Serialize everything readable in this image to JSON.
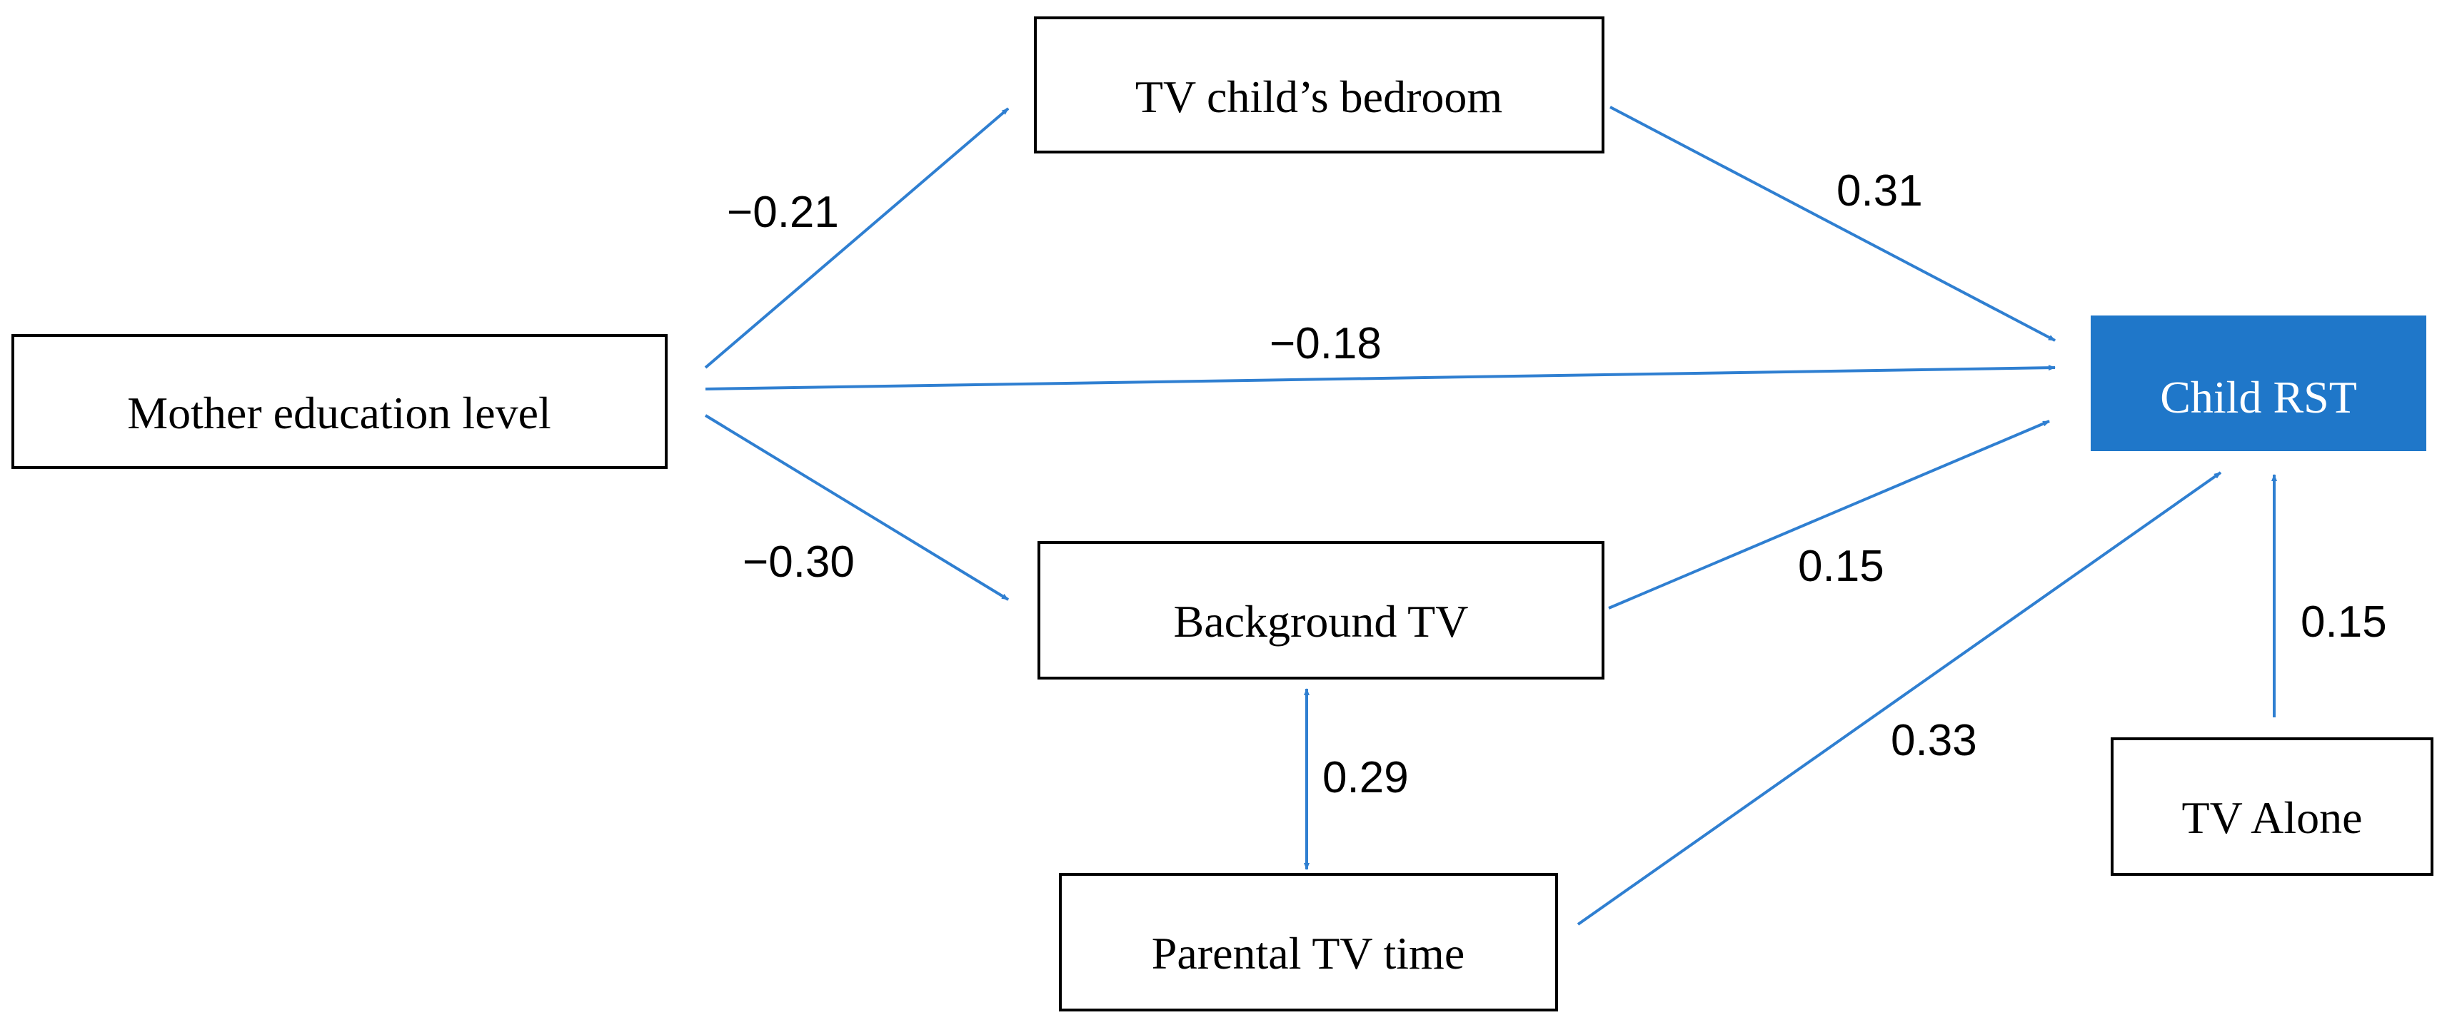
{
  "colors": {
    "accent": "#1f77c9",
    "arrow": "#2f7fd1",
    "box_border": "#000000",
    "text": "#000000",
    "accent_text": "#ffffff"
  },
  "nodes": {
    "mother_education": {
      "label": "Mother education level"
    },
    "tv_bedroom": {
      "label": "TV child’s bedroom"
    },
    "background_tv": {
      "label": "Background TV"
    },
    "parental_tv": {
      "label": "Parental TV time"
    },
    "child_rst": {
      "label": "Child RST"
    },
    "tv_alone": {
      "label": "TV Alone"
    }
  },
  "edges": {
    "mother_to_bedroom": {
      "from": "Mother education level",
      "to": "TV child’s bedroom",
      "label": "−0.21"
    },
    "mother_to_rst": {
      "from": "Mother education level",
      "to": "Child RST",
      "label": "−0.18"
    },
    "mother_to_background": {
      "from": "Mother education level",
      "to": "Background TV",
      "label": "−0.30"
    },
    "bedroom_to_rst": {
      "from": "TV child’s bedroom",
      "to": "Child RST",
      "label": "0.31"
    },
    "background_to_rst": {
      "from": "Background TV",
      "to": "Child RST",
      "label": "0.15"
    },
    "background_parental": {
      "from": "Background TV",
      "to": "Parental TV time",
      "label": "0.29",
      "bidirectional": true
    },
    "parental_to_rst": {
      "from": "Parental TV time",
      "to": "Child RST",
      "label": "0.33"
    },
    "alone_to_rst": {
      "from": "TV Alone",
      "to": "Child RST",
      "label": "0.15"
    }
  }
}
